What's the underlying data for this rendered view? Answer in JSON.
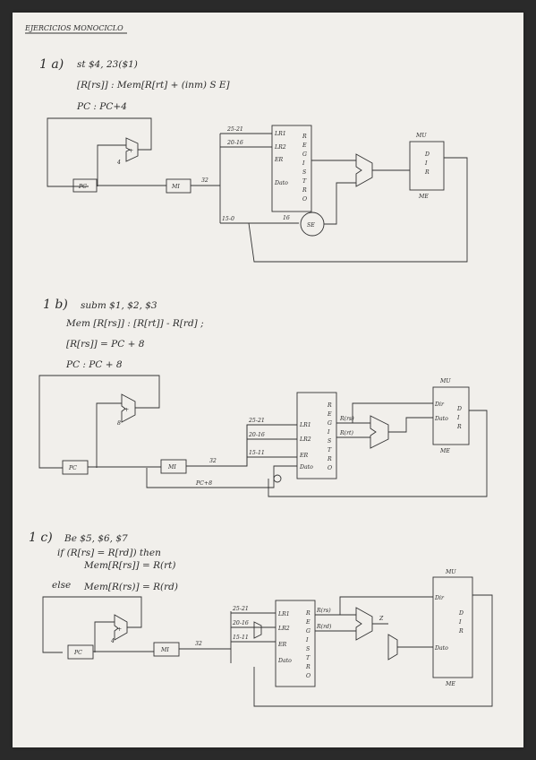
{
  "header": {
    "title": "EJERCICIOS MONOCICLO"
  },
  "ex_a": {
    "number": "1 a)",
    "instruction": "st $4, 23($1)",
    "rtl_1": "[R[rs]] : Mem[R[rt] + (inm) S E]",
    "rtl_2": "PC : PC+4",
    "diagram": {
      "pc": "PC",
      "mi": "MI",
      "se": "SE",
      "mu": "MU",
      "me": "ME",
      "bus_width": "32",
      "se_width": "16",
      "field_1": "25-21",
      "field_2": "20-16",
      "field_3": "15-0",
      "reg_ports": [
        "LR1",
        "LR2",
        "ER",
        "Dato"
      ],
      "reg_letters": [
        "R",
        "E",
        "G",
        "I",
        "S",
        "T",
        "R",
        "O"
      ],
      "mem_letters": [
        "D",
        "I",
        "R"
      ],
      "plus": "+",
      "four": "4"
    }
  },
  "ex_b": {
    "number": "1 b)",
    "instruction": "subm $1, $2, $3",
    "rtl_1": "Mem [R[rs]] : [R[rt]] - R[rd] ;",
    "rtl_2": "[R[rs]] = PC + 8",
    "rtl_3": "PC : PC + 8",
    "diagram": {
      "pc": "PC",
      "mi": "MI",
      "mu": "MU",
      "me": "ME",
      "bus_width": "32",
      "eight": "8",
      "plus": "+",
      "field_1": "25-21",
      "field_2": "20-16",
      "field_3": "15-11",
      "reg_ports": [
        "LR1",
        "LR2",
        "ER",
        "Dato"
      ],
      "reg_letters": [
        "R",
        "E",
        "G",
        "I",
        "S",
        "T",
        "R",
        "O"
      ],
      "mem_letters": [
        "D",
        "I",
        "R"
      ],
      "r_rs": "R(rs)",
      "r_rt": "R(rt)",
      "pc8": "PC+8",
      "mem_ports": [
        "Dir",
        "Dato"
      ]
    }
  },
  "ex_c": {
    "number": "1 c)",
    "instruction": "Be $5, $6, $7",
    "rtl_1": "if (R[rs] = R[rd]) then",
    "rtl_2": "Mem[R[rs]] = R(rt)",
    "rtl_3": "else",
    "rtl_4": "Mem[R(rs)] = R(rd)",
    "diagram": {
      "pc": "PC",
      "mi": "MI",
      "mu": "MU",
      "me": "ME",
      "bus_width": "32",
      "plus": "+",
      "four": "4",
      "field_1": "25-21",
      "field_2": "20-16",
      "field_3": "15-11",
      "reg_ports": [
        "LR1",
        "LR2",
        "ER",
        "Dato"
      ],
      "reg_letters": [
        "R",
        "E",
        "G",
        "I",
        "S",
        "T",
        "R",
        "O"
      ],
      "mem_letters": [
        "D",
        "I",
        "R"
      ],
      "r_rs": "R(rs)",
      "r_rd": "R(rd)",
      "z": "Z",
      "mem_ports": [
        "Dir",
        "Dato"
      ]
    }
  }
}
